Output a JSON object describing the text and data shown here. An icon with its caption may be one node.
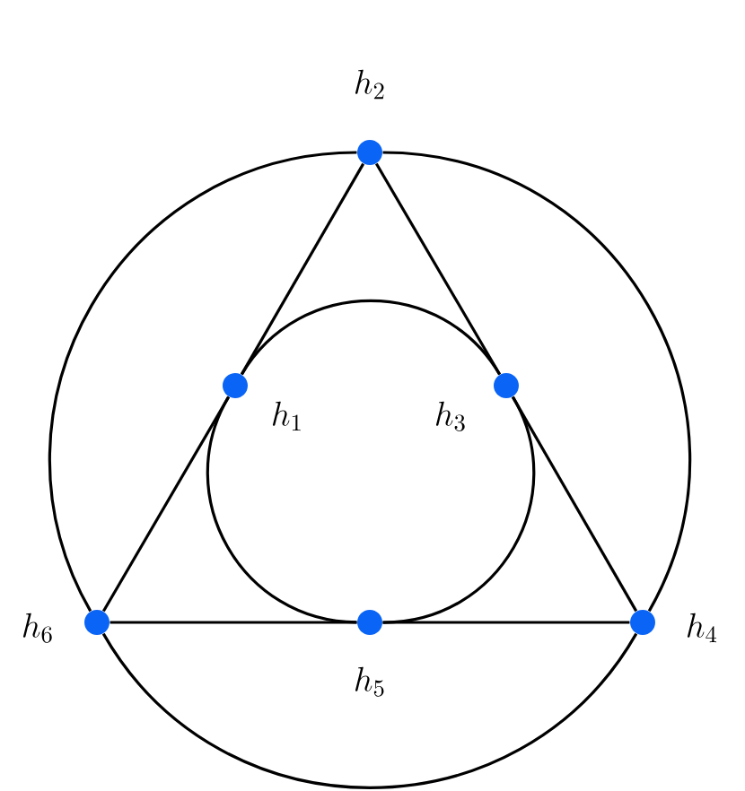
{
  "diagram": {
    "nodes": [
      {
        "text": [],
        "shape": "circle",
        "beside": [
          "h_2"
        ]
      },
      {
        "text": [],
        "shape": "circle",
        "beside": [
          "h_1"
        ]
      },
      {
        "text": [],
        "shape": "circle",
        "beside": [
          "h_3"
        ]
      },
      {
        "text": [],
        "shape": "circle",
        "beside": [
          "h_6"
        ]
      },
      {
        "text": [],
        "shape": "circle",
        "beside": [
          "h_5"
        ]
      },
      {
        "text": [],
        "shape": "circle",
        "beside": [
          "h_4"
        ]
      }
    ],
    "edges": [
      {
        "from": 0,
        "to": 1,
        "arrow": "none"
      },
      {
        "from": 1,
        "to": 3,
        "arrow": "none"
      },
      {
        "from": 0,
        "to": 2,
        "arrow": "none"
      },
      {
        "from": 2,
        "to": 5,
        "arrow": "none"
      },
      {
        "from": 5,
        "to": 4,
        "arrow": "none"
      },
      {
        "from": 4,
        "to": 3,
        "arrow": "none"
      },
      {
        "from": 0,
        "to": 5,
        "arrow": "none"
      },
      {
        "from": 5,
        "to": 3,
        "arrow": "none"
      },
      {
        "from": 3,
        "to": 0,
        "arrow": "none"
      },
      {
        "from": 1,
        "to": 2,
        "arrow": "none"
      },
      {
        "from": 2,
        "to": 4,
        "arrow": "none"
      },
      {
        "from": 4,
        "to": 1,
        "arrow": "none"
      }
    ]
  }
}
